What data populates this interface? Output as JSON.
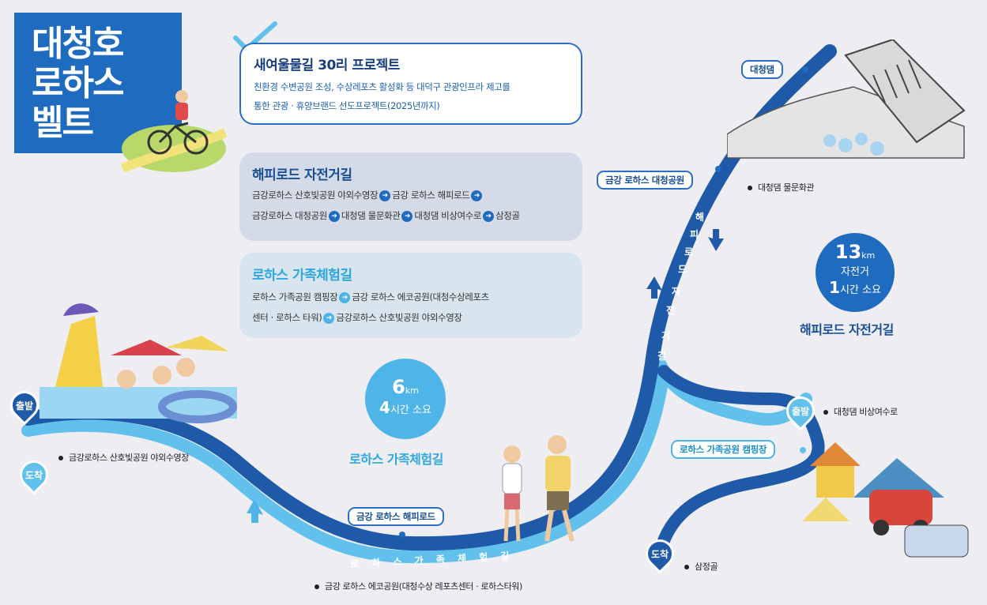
{
  "title": {
    "line1": "대청호",
    "line2": "로하스",
    "line3": "벨트"
  },
  "project": {
    "title": "새여울물길 30리 프로젝트",
    "desc1": "친환경 수변공원 조성, 수상레포츠 활성화 등 대덕구 관광인프라 제고를",
    "desc2": "통한 관광 · 휴양브랜드 선도프로젝트(2025년까지)"
  },
  "happy_road": {
    "title": "해피로드 자전거길",
    "steps_line1": [
      "금강로하스 산호빛공원 야외수영장",
      "금강 로하스 해피로드",
      ""
    ],
    "steps_line2": [
      "금강로하스 대청공원",
      "대청댐 물문화관",
      "대청댐 비상여수로",
      "삼정골"
    ]
  },
  "family_road": {
    "title": "로하스 가족체험길",
    "line1a": "로하스  가족공원  캠핑장",
    "line1b": "금강  로하스  에코공원(대청수상레포츠",
    "line2a": "센터 · 로하스 타워)",
    "line2b": "금강로하스 산호빛공원 야외수영장"
  },
  "bike_stats": {
    "distance": "13",
    "unit": "km",
    "line2": "자전거",
    "hours": "1",
    "line3": "시간 소요",
    "route_title": "해피로드 자전거길"
  },
  "family_stats": {
    "distance": "6",
    "unit": "km",
    "hours": "4",
    "line2": "시간 소요",
    "route_title": "로하스 가족체험길"
  },
  "places": {
    "dam": "대청댐",
    "daecheong_park": "금강 로하스 대청공원",
    "water_museum": "대청댐 물문화관",
    "spillway": "대청댐 비상여수로",
    "family_camp": "로하스 가족공원 캠핑장",
    "samjeong": "삼정골",
    "happy_road": "금강 로하스 해피로드",
    "eco_park": "금강 로하스 에코공원(대청수상 레포츠센터 · 로하스타워)",
    "pool": "금강로하스 산호빛공원 야외수영장"
  },
  "pins": {
    "start": "출발",
    "end": "도착"
  },
  "route_labels": {
    "family": "로 하 스 가 족 체 험 길",
    "bike_chars": [
      "해",
      "피",
      "로",
      "드",
      "자",
      "전",
      "거",
      "길"
    ]
  },
  "colors": {
    "dark_blue": "#1f6bc0",
    "light_blue": "#4fb5e8",
    "route_dark": "#1f5aa8",
    "route_light": "#62c1ec"
  }
}
